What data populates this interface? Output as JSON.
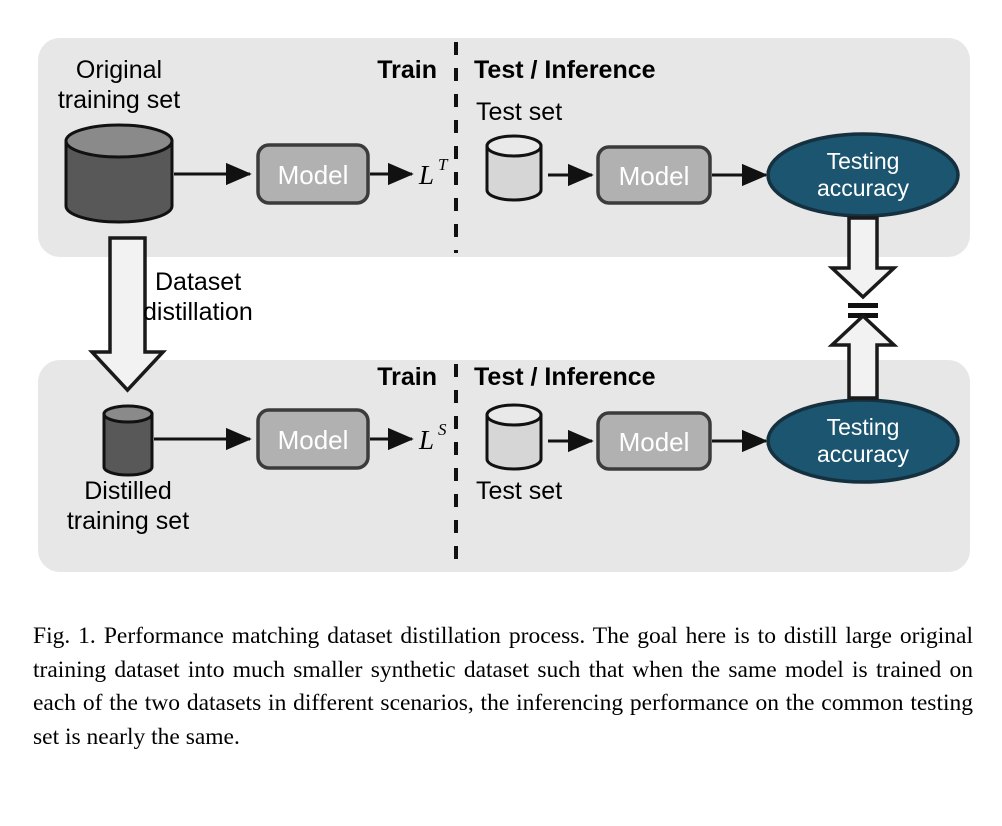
{
  "figure": {
    "panels": [
      {
        "id": "top",
        "train_label": "Train",
        "test_label": "Test / Inference",
        "dataset_caption_line1": "Original",
        "dataset_caption_line2": "training set",
        "model_label": "Model",
        "loss_symbol": "L",
        "loss_superscript": "T",
        "test_set_label": "Test set",
        "test_model_label": "Model",
        "accuracy_line1": "Testing",
        "accuracy_line2": "accuracy"
      },
      {
        "id": "bottom",
        "train_label": "Train",
        "test_label": "Test / Inference",
        "dataset_caption_line1": "Distilled",
        "dataset_caption_line2": "training set",
        "model_label": "Model",
        "loss_symbol": "L",
        "loss_superscript": "S",
        "test_set_label": "Test set",
        "test_model_label": "Model",
        "accuracy_line1": "Testing",
        "accuracy_line2": "accuracy"
      }
    ],
    "distillation_arrow": {
      "label_line1": "Dataset",
      "label_line2": "distillation"
    },
    "equality": {
      "symbol": "="
    },
    "colors": {
      "panel_background": "#e7e7e7",
      "page_background": "#ffffff",
      "original_cylinder_body": "#585858",
      "original_cylinder_top": "#8a8a8a",
      "distilled_cylinder_body": "#585858",
      "distilled_cylinder_top": "#8a8a8a",
      "test_cylinder_body": "#d6d6d6",
      "test_cylinder_top": "#e9e9e9",
      "model_box": "#b1b1b1",
      "model_box_border": "#3b3b3b",
      "accuracy_ellipse": "#1c5570",
      "accuracy_ellipse_border": "#15303f",
      "block_arrow_fill": "#f2f2f2",
      "block_arrow_border": "#1a1a1a",
      "divider": "#111111",
      "arrow_stroke": "#111111",
      "text": "#000000"
    }
  },
  "caption": {
    "label": "Fig. 1.",
    "text": "Performance matching dataset distillation process. The goal here is to distill large original training dataset into much smaller synthetic dataset such that when the same model is trained on each of the two datasets in different scenarios, the inferencing performance on the common testing set is nearly the same."
  }
}
